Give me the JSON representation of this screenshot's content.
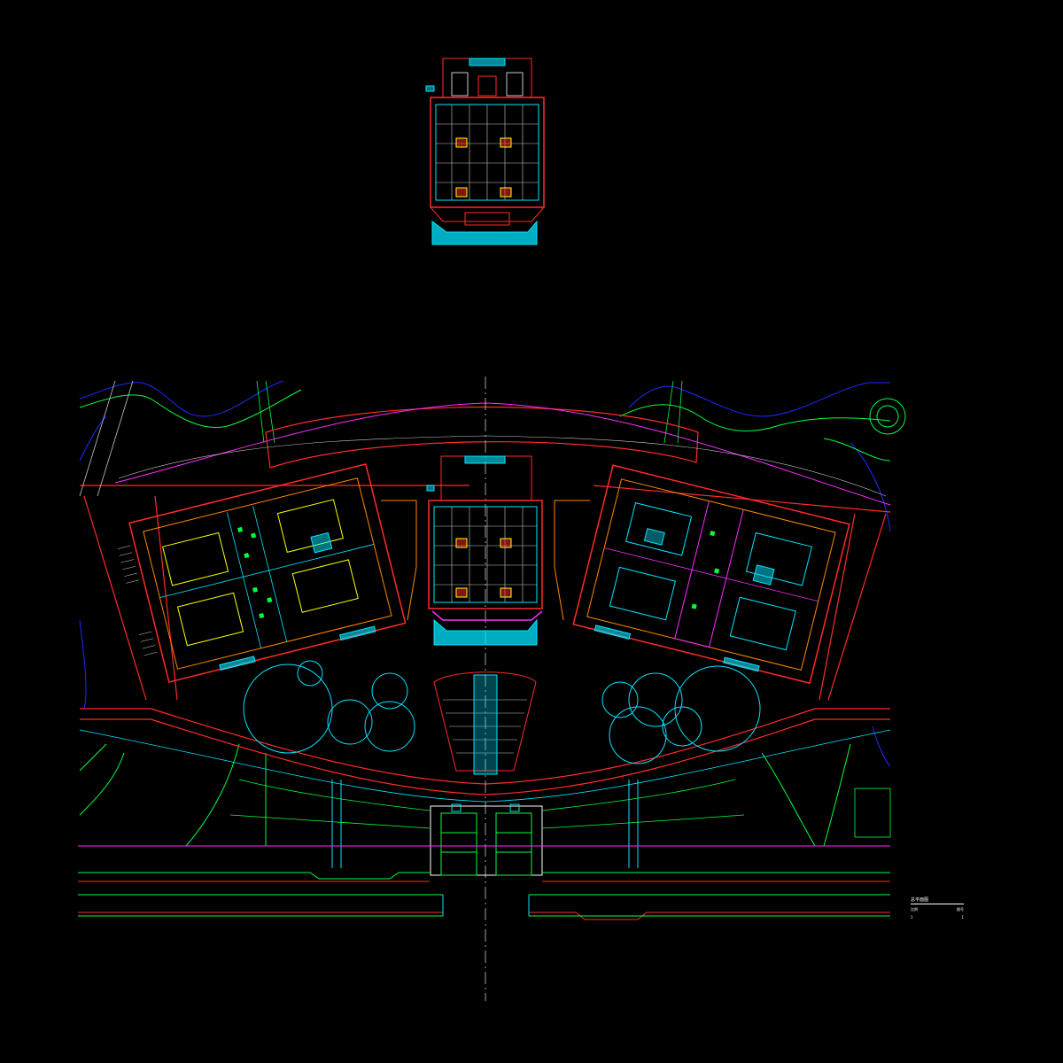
{
  "drawing": {
    "background": "#000000",
    "palette": {
      "wall": "#ff2a2a",
      "grid": "#c8c8c8",
      "glass": "#00e5ff",
      "landscape": "#00ff3c",
      "contour": "#1a2cff",
      "accent": "#ff2aff",
      "yellow": "#ffff00",
      "orange": "#ff8800",
      "white": "#ffffff"
    },
    "views": [
      "enlarged-plan-detail",
      "site-master-plan"
    ]
  },
  "legend": {
    "title": "总平面图",
    "rows": [
      [
        "比例",
        "图号"
      ],
      [
        "1",
        "1"
      ]
    ]
  }
}
